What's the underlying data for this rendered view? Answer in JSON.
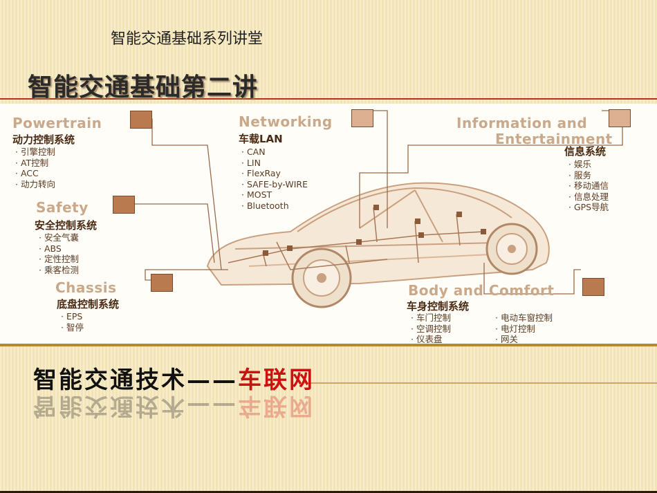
{
  "header": {
    "series_title": "智能交通基础系列讲堂",
    "lecture_title": "智能交通基础第二讲"
  },
  "diagram": {
    "powertrain": {
      "title": "Powertrain",
      "subtitle": "动力控制系统",
      "items": [
        "引擎控制",
        "AT控制",
        "ACC",
        "动力转向"
      ]
    },
    "networking": {
      "title": "Networking",
      "subtitle": "车载LAN",
      "items": [
        "CAN",
        "LIN",
        "FlexRay",
        "SAFE-by-WIRE",
        "MOST",
        "Bluetooth"
      ]
    },
    "information": {
      "title_line1": "Information and",
      "title_line2": "Entertainment",
      "subtitle": "信息系统",
      "items": [
        "娱乐",
        "服务",
        "移动通信",
        "信息处理",
        "GPS导航"
      ]
    },
    "safety": {
      "title": "Safety",
      "subtitle": "安全控制系统",
      "items": [
        "安全气囊",
        "ABS",
        "定性控制",
        "乘客检测"
      ]
    },
    "chassis": {
      "title": "Chassis",
      "subtitle": "底盘控制系统",
      "items": [
        "EPS",
        "智停"
      ]
    },
    "body": {
      "title": "Body and Comfort",
      "subtitle": "车身控制系统",
      "items_left": [
        "车门控制",
        "空调控制",
        "仪表盘"
      ],
      "items_right": [
        "电动车窗控制",
        "电灯控制",
        "网关"
      ]
    }
  },
  "main_title": {
    "black": "智能交通技术——",
    "red": "车联网"
  },
  "colors": {
    "accent_red": "#cc1111",
    "panel_brown": "#b87a4e",
    "title_tan": "#c9a98a",
    "band_beige": "#f3e4b8"
  }
}
